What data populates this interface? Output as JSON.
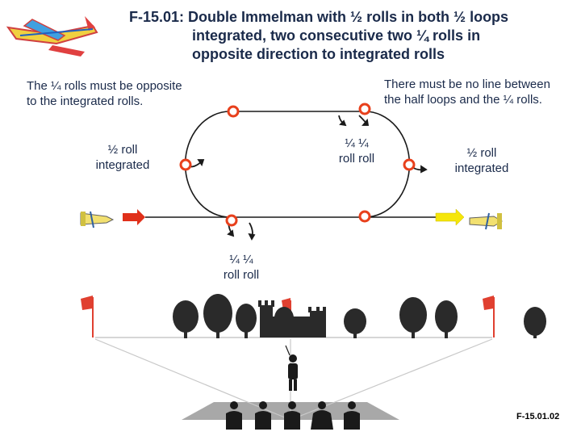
{
  "figure": {
    "title_lines": [
      "F-15.01: Double Immelman with ½ rolls in both ½ loops",
      "integrated, two consecutive two ¼ rolls in",
      "opposite direction to integrated rolls"
    ],
    "note_left": [
      "The ¼ rolls must be opposite",
      "to the integrated rolls."
    ],
    "note_right": [
      "There must be no line between",
      "the half loops and the ¼ rolls."
    ],
    "label_left_half_roll": [
      "½  roll",
      "integrated"
    ],
    "label_right_half_roll": [
      "½  roll",
      "integrated"
    ],
    "label_top_quarter_rolls": [
      "¼    ¼",
      "roll roll"
    ],
    "label_bottom_quarter_rolls": [
      "¼    ¼",
      "roll  roll"
    ],
    "figure_code": "F-15.01.02"
  },
  "colors": {
    "path_line": "#1a1a1a",
    "marker_circle": "#e8401c",
    "entry_arrow": "#e0301a",
    "exit_arrow": "#f5e60a",
    "text": "#1a2a4a",
    "flag": "#e04030",
    "runway": "#a8a8a8",
    "tree": "#2a2a2a"
  },
  "icons": {
    "logo": "aerobatic-plane-logo",
    "entry_plane": "plane-icon",
    "exit_plane": "plane-icon",
    "flags": "judge-flag-icon",
    "trees": "tree-icon",
    "castle": "castle-icon",
    "pilot": "pilot-silhouette-icon",
    "judges": "judge-silhouette-icon"
  }
}
